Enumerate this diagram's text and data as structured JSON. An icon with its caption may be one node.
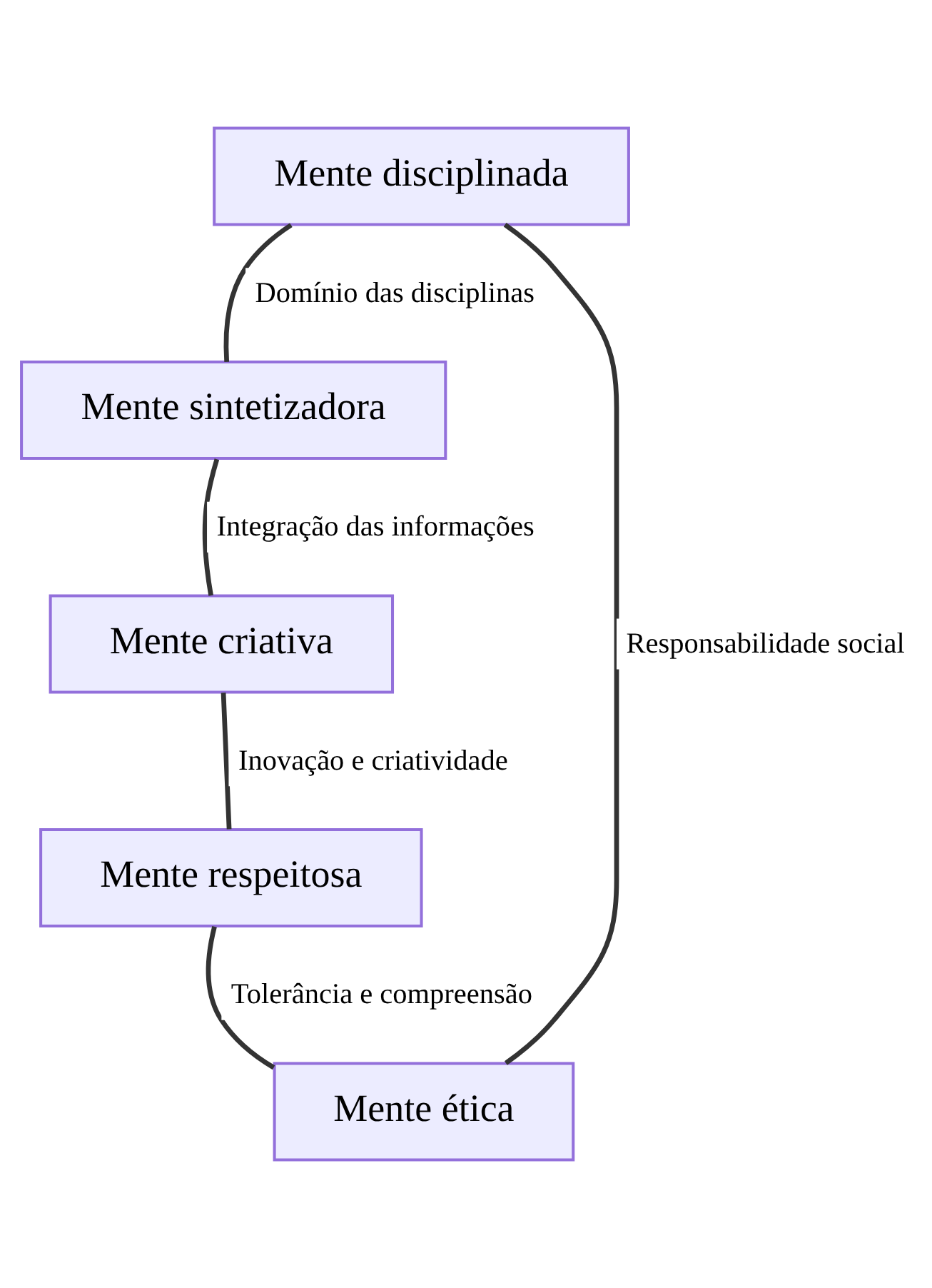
{
  "diagram": {
    "nodes": [
      {
        "text": [
          "Mente disciplinada"
        ]
      },
      {
        "text": [
          "Mente sintetizadora"
        ]
      },
      {
        "text": [
          "Mente criativa"
        ]
      },
      {
        "text": [
          "Mente respeitosa"
        ]
      },
      {
        "text": [
          "Mente ética"
        ]
      }
    ],
    "edges": [
      {
        "from": 0,
        "to": 1,
        "arrow": "none",
        "label": "Domínio das disciplinas"
      },
      {
        "from": 1,
        "to": 2,
        "arrow": "none",
        "label": "Integração das informações"
      },
      {
        "from": 2,
        "to": 3,
        "arrow": "none",
        "label": "Inovação e criatividade"
      },
      {
        "from": 3,
        "to": 4,
        "arrow": "none",
        "label": "Tolerância e compreensão"
      },
      {
        "from": 0,
        "to": 4,
        "arrow": "none",
        "label": "Responsabilidade social"
      }
    ]
  }
}
